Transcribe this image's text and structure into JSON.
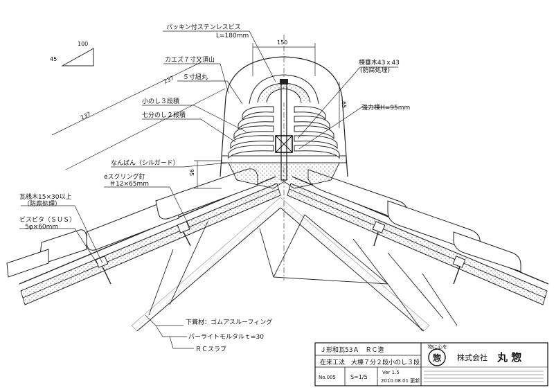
{
  "labels": {
    "packing_screw": "パッキン付ステンレスビス",
    "screw_length": "L=180mm",
    "kaezu": "カエズ７寸又須山",
    "gosun": "５寸紐丸",
    "konoshi3": "小のし３段積",
    "nanabu2": "七分のし２段積",
    "nanban": "なんばん（シルガード）",
    "ering": "eスクリング釘",
    "ering_size": "＃12×65mm",
    "sanki": "瓦桟木15×30以上",
    "sanki_note": "（防腐処理）",
    "bisupita": "ビスピタ（ＳＵＳ）",
    "bisupita_size": "5φ×60mm",
    "munedaru": "棟垂木43ｘ43",
    "munedaru_note": "(防腐処理)",
    "kyoryoku": "強力棟H=95mm",
    "shitabuki": "下葺材：ゴムアスルーフィング",
    "perlite": "パーライトモルタルｔ=30",
    "rc_slab": "ＲＣスラブ"
  },
  "dimensions": {
    "d100": "100",
    "d45": "45",
    "d150": "150",
    "d237a": "237",
    "d237b": "237",
    "d65": "65",
    "d95": "95"
  },
  "title_block": {
    "row1": "Ｊ形和瓦53Ａ　ＲＣ造",
    "row2": "在来工法　大棟７分２段小のし３段",
    "number": "No.005",
    "scale": "S=1/5",
    "version": "Ver 1.5",
    "date": "2010.08.01 更新",
    "motto": "物に心を",
    "company": "株式会社",
    "company_name": "丸 惣",
    "logo_char": "惣"
  }
}
